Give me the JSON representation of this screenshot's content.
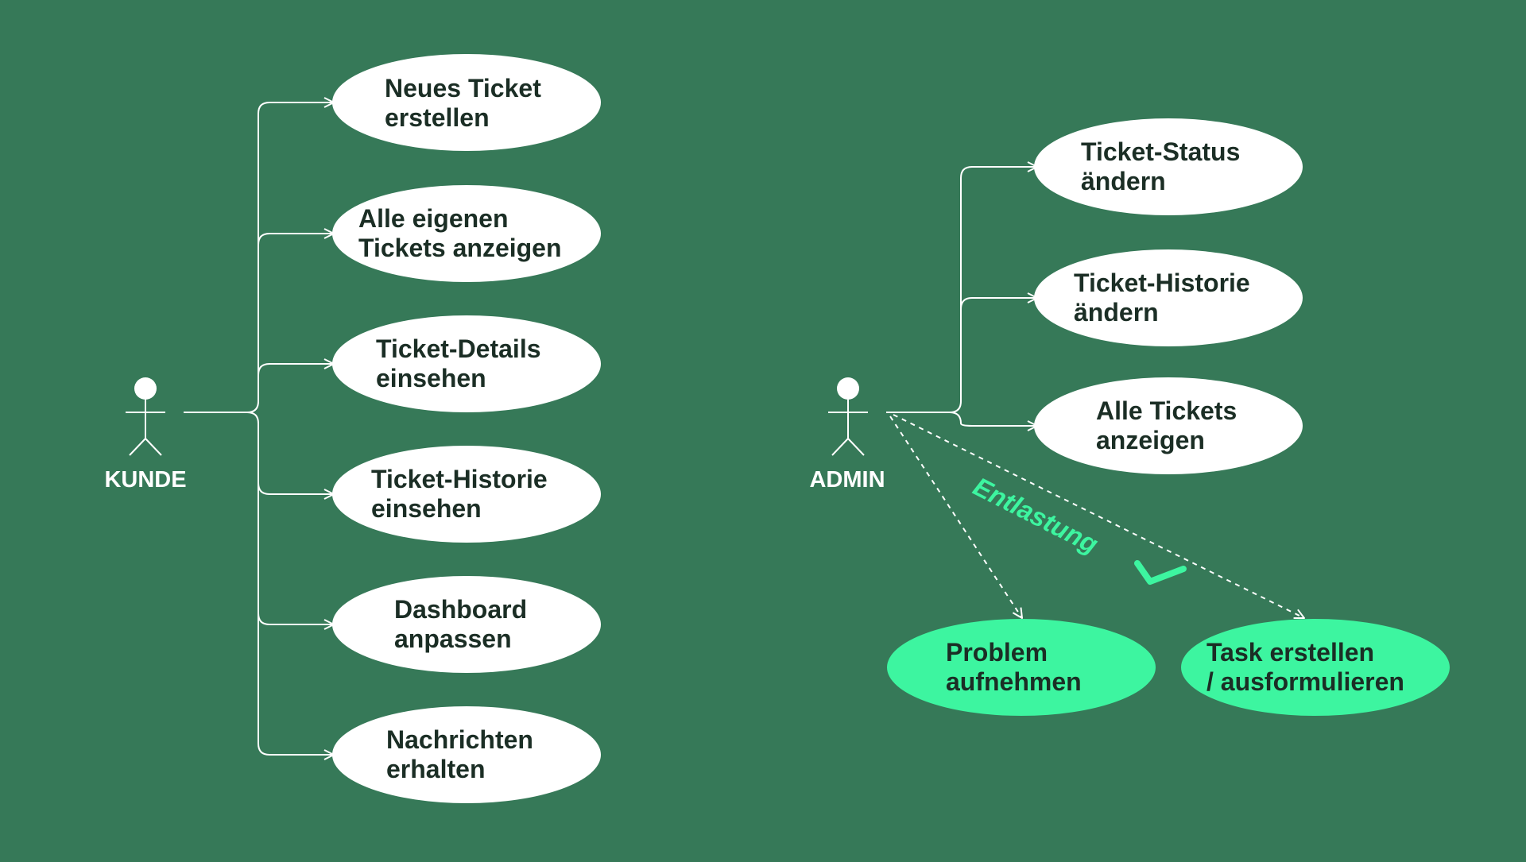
{
  "colors": {
    "background": "#367958",
    "line": "#ffffff",
    "ellipse": "#ffffff",
    "ellipse_text": "#1b2e25",
    "accent": "#3df5a0",
    "actor": "#ffffff"
  },
  "actors": {
    "kunde": {
      "label": "KUNDE"
    },
    "admin": {
      "label": "ADMIN"
    }
  },
  "kunde_use_cases": [
    {
      "line1": "Neues Ticket",
      "line2": "erstellen"
    },
    {
      "line1": "Alle eigenen",
      "line2": "Tickets anzeigen"
    },
    {
      "line1": "Ticket-Details",
      "line2": "einsehen"
    },
    {
      "line1": "Ticket-Historie",
      "line2": "einsehen"
    },
    {
      "line1": "Dashboard",
      "line2": "anpassen"
    },
    {
      "line1": "Nachrichten",
      "line2": "erhalten"
    }
  ],
  "admin_use_cases": [
    {
      "line1": "Ticket-Status",
      "line2": "ändern"
    },
    {
      "line1": "Ticket-Historie",
      "line2": "ändern"
    },
    {
      "line1": "Alle Tickets",
      "line2": "anzeigen"
    }
  ],
  "delegated_use_cases": [
    {
      "line1": "Problem",
      "line2": "aufnehmen"
    },
    {
      "line1": "Task erstellen",
      "line2": "/ ausformulieren"
    }
  ],
  "annotation": {
    "label": "Entlastung",
    "icon": "checkmark-icon"
  }
}
